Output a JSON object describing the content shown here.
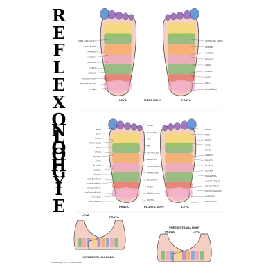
{
  "title": {
    "word1": "REFLEXOLOGIE",
    "word2": "NOHY"
  },
  "panels": {
    "dorsal": {
      "left": "LEVÁ",
      "center": "HŘBET NOHY",
      "right": "PRAVÁ"
    },
    "plantar": {
      "left": "PRAVÁ",
      "center": "PLOSKA NOHY",
      "right": "LEVÁ"
    },
    "inner": {
      "left": "LEVÁ",
      "right": "PRAVÁ",
      "caption": "VNITŘNÍ STRANA NOHY"
    },
    "outer": {
      "caption": "VNĚJŠÍ STRANA NOHY",
      "left": "PRAVÁ",
      "right": "LEVÁ"
    }
  },
  "labels": {
    "dorsal_left": [
      "HORNÍ LYMF. UZLINY",
      "PRSNÍ ŽLÁZA",
      "RAMENO",
      "HRUDNÍK",
      "BRÁNICE",
      "LOKET",
      "KOLENO",
      "HRUDNÍ PÁTEŘ",
      "BEDERNÍ OBLAST",
      "KYČEL"
    ],
    "dorsal_right": [
      "HORNÍ LYMF. UZLINY",
      "HRUDNÍK",
      "RAMENO",
      "BRÁNICE",
      "LOKET",
      "KOLENO",
      "KYČEL",
      "TŘÍSLA",
      "PRSNÍ ŽLÁZA"
    ],
    "plantar_left": [
      "HLAVA",
      "ZRAK",
      "SLUCH",
      "ŠTÍTNÁ ŽLÁZA",
      "PLÍCE",
      "SRDCE",
      "ŽALUDEK",
      "JÁTRA",
      "ŽLUČNÍK",
      "SLEZINA",
      "LEDVINA",
      "SLEPÉ STŘEVO",
      "TLUSTÉ STŘEVO",
      "TENKÉ STŘEVO",
      "MOČOVÝ MĚCHÝŘ",
      "KONEČNÍK",
      "SEDACÍ NERV"
    ],
    "plantar_right": [
      "HLAVA",
      "ZRAK",
      "SLUCH",
      "PLÍCE",
      "SRDCE",
      "SLEZINA",
      "ŽALUDEK",
      "SLINIVKA",
      "LEDVINA",
      "NADLEDVINA",
      "TLUSTÉ STŘEVO",
      "TENKÉ STŘEVO",
      "MOČOVÝ MĚCHÝŘ",
      "KONEČNÍK",
      "SEDACÍ NERV"
    ],
    "plantar_center": [
      "MOZEK",
      "HYPOFÝZA",
      "NOS",
      "KRK",
      "ŠTÍTNÁ ŽLÁZA",
      "PRŮDUŠKY",
      "SOLAR PLEXUS",
      "DVANÁCTNÍK",
      "MOČOVOD",
      "PÁTEŘ",
      "KŘÍŽOVÁ KOST",
      "KOSTRČ"
    ]
  },
  "publisher": "© Reflexologie nohy — nástěnná mapa",
  "colors": {
    "green": "#4caf50",
    "pink": "#e891b8",
    "yellow": "#f2e24a",
    "orange": "#f39a3c",
    "red": "#d94a3a",
    "blue": "#5a8fd6",
    "purple": "#9b6ac4",
    "skin": "#f6cfc4",
    "outline": "#444444"
  }
}
